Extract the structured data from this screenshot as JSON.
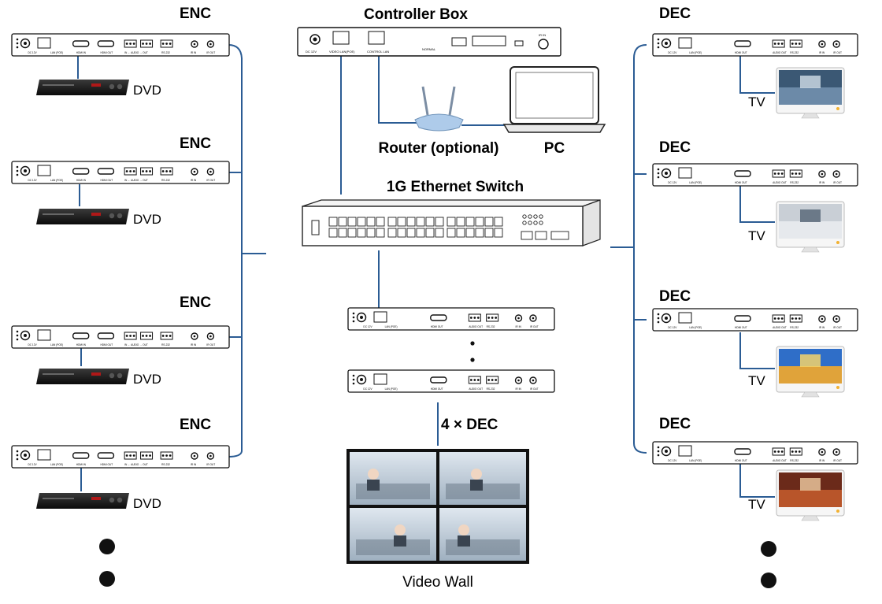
{
  "colors": {
    "line": "#2b5c94",
    "device": "#ffffff",
    "device_stroke": "#111111",
    "dot": "#111111"
  },
  "controller": {
    "title": "Controller Box",
    "ports": [
      "DC 12V",
      "VIDEO LAN(POE)",
      "CONTROL LAN",
      "NORMAL",
      "IR IN"
    ]
  },
  "router": {
    "label": "Router (optional)"
  },
  "pc": {
    "label": "PC"
  },
  "switch": {
    "title": "1G Ethernet Switch"
  },
  "encoders": [
    {
      "title": "ENC",
      "source": "DVD"
    },
    {
      "title": "ENC",
      "source": "DVD"
    },
    {
      "title": "ENC",
      "source": "DVD"
    },
    {
      "title": "ENC",
      "source": "DVD"
    }
  ],
  "enc_ports": [
    "DC 12V",
    "LAN (POE)",
    "HDMI IN",
    "HDMI OUT",
    "IN ← AUDIO → OUT",
    "RS-232",
    "IR IN",
    "IR OUT"
  ],
  "decoders": [
    {
      "title": "DEC",
      "display": "TV"
    },
    {
      "title": "DEC",
      "display": "TV"
    },
    {
      "title": "DEC",
      "display": "TV"
    },
    {
      "title": "DEC",
      "display": "TV"
    }
  ],
  "dec_ports": [
    "DC 12V",
    "LAN (POE)",
    "HDMI OUT",
    "AUDIO OUT",
    "RS-232",
    "IR IN",
    "IR OUT"
  ],
  "wall": {
    "count_label": "4 × DEC",
    "label": "Video Wall"
  }
}
